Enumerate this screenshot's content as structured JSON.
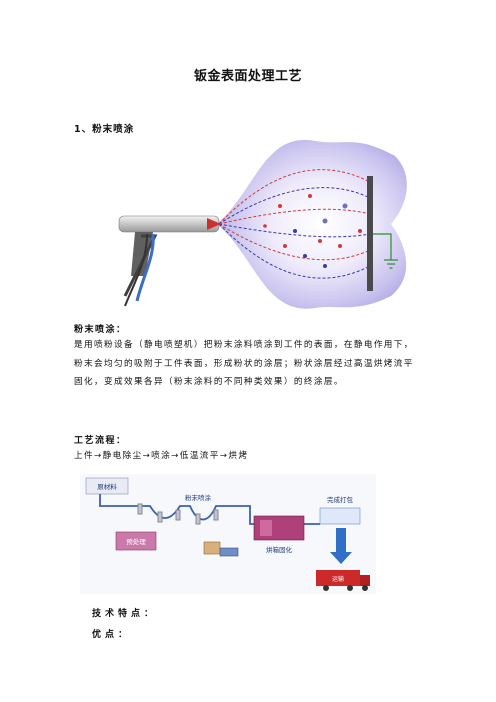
{
  "doc": {
    "title": "钣金表面处理工艺",
    "section1_heading": "1、粉末喷涂",
    "powder_label": "粉末喷涂：",
    "powder_desc_lines": [
      "是用喷粉设备（静电喷塑机）把粉末涂料喷涂到工件的表面，在静电作用下，",
      "粉末会均匀的吸附于工件表面，形成粉状的涂层；粉状涂层经过高温烘烤流平",
      "固化，变成效果各异（粉末涂料的不同种类效果）的终涂层。"
    ],
    "process_label": "工艺流程：",
    "process_text": "上件→静电除尘→喷涂→低温流平→烘烤",
    "features_label": "技术特点：",
    "advantages_label": "优点："
  },
  "process_diagram": {
    "raw_material": "原材料",
    "pretreatment": "预处理",
    "powder_spray": "粉末喷涂",
    "oven_cure": "烘箱固化",
    "finished_pack": "完成打包",
    "transport": "运输"
  },
  "colors": {
    "cloud": "#c9c6ee",
    "field_line_red": "#d03a3a",
    "field_line_blue": "#3a3aa8",
    "ground_green": "#2e8b2e",
    "oven": "#b0407a",
    "truck": "#cc2a2a"
  }
}
